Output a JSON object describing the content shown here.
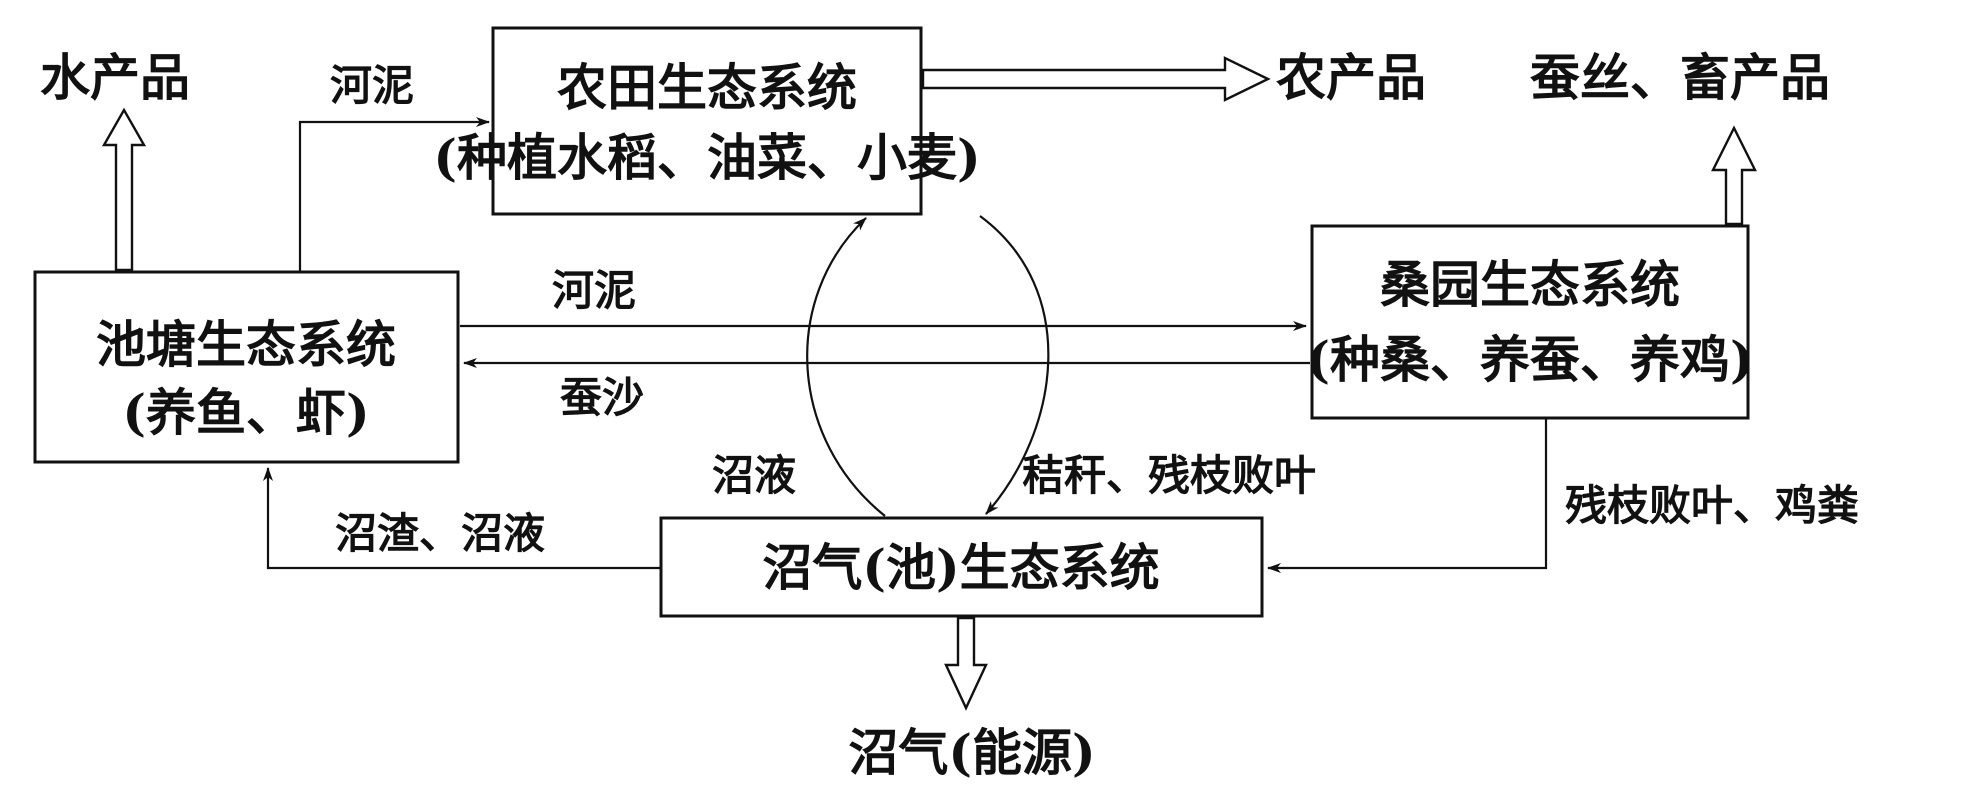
{
  "nodes": {
    "farmland": {
      "title": "农田生态系统",
      "subtitle": "(种植水稻、油菜、小麦)"
    },
    "pond": {
      "title": "池塘生态系统",
      "subtitle": "(养鱼、虾)"
    },
    "mulberry": {
      "title": "桑园生态系统",
      "subtitle": "(种桑、养蚕、养鸡)"
    },
    "biogas": {
      "title": "沼气(池)生态系统"
    }
  },
  "outputs": {
    "aquatic": "水产品",
    "agricultural": "农产品",
    "silk_livestock": "蚕丝、畜产品",
    "energy": "沼气(能源)"
  },
  "flows": {
    "pond_to_farmland": "河泥",
    "pond_to_mulberry": "河泥",
    "mulberry_to_pond": "蚕沙",
    "biogas_to_farmland": "沼液",
    "farmland_to_biogas": "秸秆、残枝败叶",
    "biogas_to_pond": "沼渣、沼液",
    "mulberry_to_biogas": "残枝败叶、鸡粪"
  }
}
